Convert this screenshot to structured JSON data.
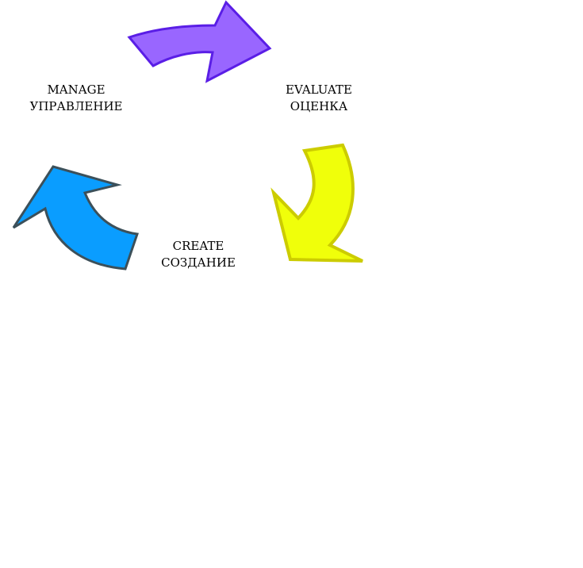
{
  "stages": {
    "manage": {
      "en": "MANAGE",
      "ru": "УПРАВЛЕНИЕ"
    },
    "evaluate": {
      "en": "EVALUATE",
      "ru": "ОЦЕНКА"
    },
    "create": {
      "en": "CREATE",
      "ru": "СОЗДАНИЕ"
    }
  },
  "arrows": {
    "manage_to_evaluate": {
      "icon": "curved-arrow-right-icon",
      "fill": "#9966ff",
      "stroke": "#5a1ee6"
    },
    "evaluate_to_create": {
      "icon": "curved-arrow-down-icon",
      "fill": "#f0ff0a",
      "stroke": "#cccc00"
    },
    "create_to_manage": {
      "icon": "curved-arrow-up-icon",
      "fill": "#0a9dff",
      "stroke": "#3c505a"
    }
  }
}
